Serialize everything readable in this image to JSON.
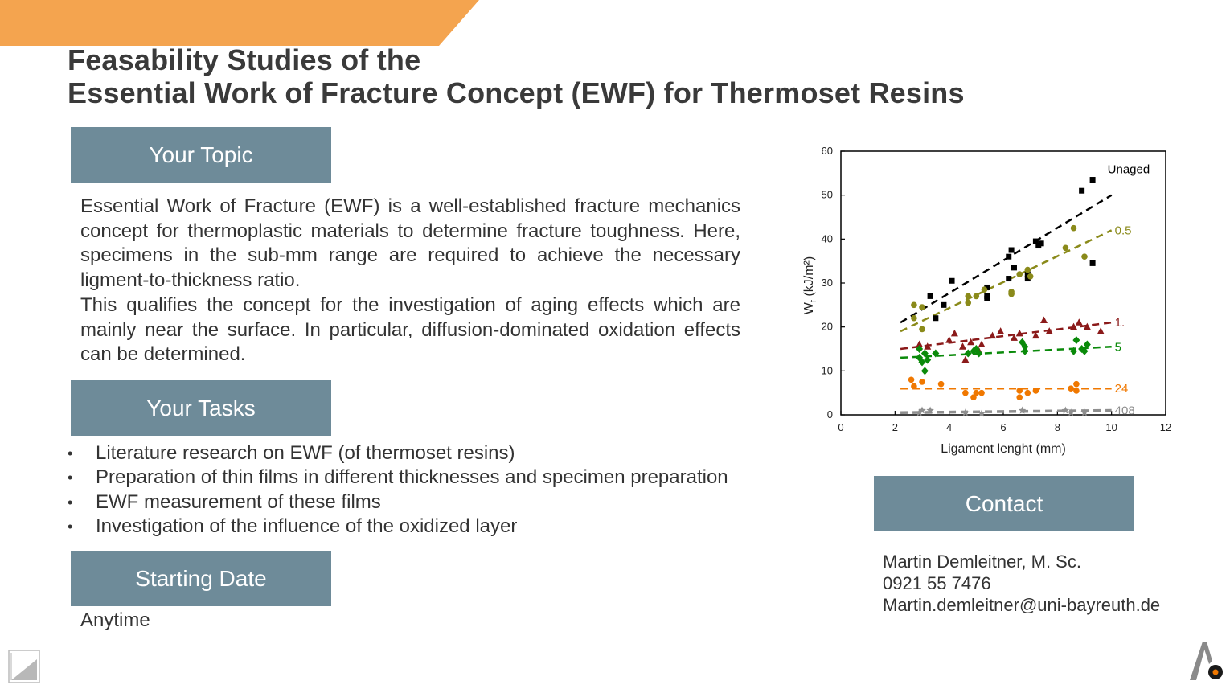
{
  "title": {
    "line1": "Feasability Studies of the",
    "line2": "Essential Work of Fracture Concept (EWF) for Thermoset Resins"
  },
  "colors": {
    "banner": "#f4a44f",
    "section_box": "#6e8b99",
    "text": "#333333"
  },
  "sections": {
    "topic": {
      "heading": "Your Topic",
      "paragraph1": "Essential Work of Fracture (EWF) is a well-established fracture mechanics concept for thermoplastic materials to determine fracture toughness. Here, specimens in the sub-mm range are required to achieve the necessary  ligment-to-thickness ratio.",
      "paragraph2": "This qualifies the concept for the investigation of  aging effects which are mainly near the surface. In particular, diffusion-dominated oxidation effects can be determined."
    },
    "tasks": {
      "heading": "Your Tasks",
      "bullet": "•",
      "items": [
        "Literature research on EWF (of thermoset resins)",
        "Preparation of thin films in different thicknesses and specimen preparation",
        "EWF measurement of these films",
        "Investigation of the influence of the oxidized layer"
      ]
    },
    "starting_date": {
      "heading": "Starting Date",
      "value": "Anytime"
    },
    "contact": {
      "heading": "Contact",
      "name": "Martin Demleitner, M. Sc.",
      "phone": "0921 55 7476",
      "email": "Martin.demleitner@uni-bayreuth.de"
    }
  },
  "chart_data": {
    "type": "scatter",
    "title": "",
    "xlabel": "Ligament lenght (mm)",
    "ylabel": "Wf (kJ/m²)",
    "ylabel_main": "W",
    "ylabel_sub": "f",
    "ylabel_unit": " (kJ/m²)",
    "xlim": [
      0,
      12
    ],
    "ylim": [
      0,
      60
    ],
    "xticks": [
      0,
      2,
      4,
      6,
      8,
      10,
      12
    ],
    "yticks": [
      0,
      10,
      20,
      30,
      40,
      50,
      60
    ],
    "grid": false,
    "series": [
      {
        "name": "Unaged",
        "color": "#000000",
        "marker": "square",
        "points": [
          [
            3.3,
            27
          ],
          [
            3.5,
            22
          ],
          [
            3.8,
            25
          ],
          [
            4.1,
            30.5
          ],
          [
            5.4,
            29
          ],
          [
            5.4,
            27
          ],
          [
            5.4,
            26.5
          ],
          [
            6.2,
            36
          ],
          [
            6.3,
            37.5
          ],
          [
            6.2,
            31
          ],
          [
            6.4,
            33.5
          ],
          [
            6.9,
            32
          ],
          [
            6.9,
            31
          ],
          [
            7.2,
            39.5
          ],
          [
            7.3,
            38.5
          ],
          [
            7.4,
            39
          ],
          [
            8.9,
            51
          ],
          [
            9.3,
            53.5
          ],
          [
            9.3,
            34.5
          ]
        ],
        "fit": [
          [
            2.2,
            21
          ],
          [
            10,
            50
          ]
        ]
      },
      {
        "name": "0.5",
        "color": "#8a8a1a",
        "marker": "circle",
        "points": [
          [
            2.7,
            25
          ],
          [
            2.7,
            22
          ],
          [
            3.0,
            19.5
          ],
          [
            3.0,
            24.5
          ],
          [
            4.7,
            27
          ],
          [
            4.7,
            25.5
          ],
          [
            5.0,
            27
          ],
          [
            5.3,
            28.5
          ],
          [
            6.3,
            28
          ],
          [
            6.3,
            27.5
          ],
          [
            6.6,
            32
          ],
          [
            6.9,
            33
          ],
          [
            7.0,
            31.5
          ],
          [
            8.3,
            38
          ],
          [
            8.6,
            42.5
          ],
          [
            9.0,
            36
          ]
        ],
        "fit": [
          [
            2.2,
            19
          ],
          [
            10,
            42
          ]
        ]
      },
      {
        "name": "1.",
        "color": "#8b1a1a",
        "marker": "triangle",
        "points": [
          [
            2.9,
            16
          ],
          [
            3.2,
            15.5
          ],
          [
            4.0,
            17
          ],
          [
            4.2,
            18.5
          ],
          [
            4.5,
            15.5
          ],
          [
            4.6,
            12.5
          ],
          [
            4.8,
            16.5
          ],
          [
            5.1,
            14.5
          ],
          [
            5.2,
            16
          ],
          [
            5.6,
            18
          ],
          [
            5.9,
            19
          ],
          [
            6.4,
            17.5
          ],
          [
            6.6,
            18.5
          ],
          [
            7.2,
            18
          ],
          [
            7.5,
            21.5
          ],
          [
            7.7,
            19
          ],
          [
            8.6,
            20
          ],
          [
            8.8,
            21
          ],
          [
            9.1,
            20
          ],
          [
            9.6,
            19
          ]
        ],
        "fit": [
          [
            2.2,
            15
          ],
          [
            10,
            21
          ]
        ]
      },
      {
        "name": "5",
        "color": "#0a8a0a",
        "marker": "diamond",
        "points": [
          [
            2.9,
            15
          ],
          [
            2.9,
            13
          ],
          [
            3.0,
            12
          ],
          [
            3.1,
            14
          ],
          [
            3.2,
            12.5
          ],
          [
            3.1,
            10
          ],
          [
            3.5,
            14
          ],
          [
            4.7,
            14
          ],
          [
            4.9,
            14.5
          ],
          [
            5.0,
            15
          ],
          [
            5.1,
            14
          ],
          [
            6.7,
            16.5
          ],
          [
            6.8,
            15.5
          ],
          [
            6.8,
            14.5
          ],
          [
            8.6,
            14.5
          ],
          [
            8.7,
            17
          ],
          [
            8.9,
            15
          ],
          [
            9.0,
            14.5
          ],
          [
            9.1,
            16
          ]
        ],
        "fit": [
          [
            2.2,
            13
          ],
          [
            10,
            15.5
          ]
        ]
      },
      {
        "name": "24",
        "color": "#f07800",
        "marker": "circle",
        "points": [
          [
            2.6,
            8
          ],
          [
            2.7,
            6.5
          ],
          [
            3.0,
            7.5
          ],
          [
            3.7,
            7
          ],
          [
            4.6,
            5
          ],
          [
            4.9,
            4
          ],
          [
            5.0,
            5
          ],
          [
            5.2,
            5
          ],
          [
            6.6,
            5.5
          ],
          [
            6.6,
            4
          ],
          [
            6.9,
            5
          ],
          [
            7.2,
            5.5
          ],
          [
            8.5,
            6
          ],
          [
            8.7,
            7
          ],
          [
            8.7,
            5.5
          ]
        ],
        "fit": [
          [
            2.2,
            6
          ],
          [
            10,
            6
          ]
        ]
      },
      {
        "name": "408",
        "color": "#8e8e8e",
        "marker": "star",
        "points": [
          [
            2.9,
            0.5
          ],
          [
            3.0,
            1
          ],
          [
            3.3,
            1
          ],
          [
            4.6,
            0.5
          ],
          [
            5.2,
            0.3
          ],
          [
            6.7,
            1
          ],
          [
            8.3,
            1
          ],
          [
            8.5,
            0.5
          ],
          [
            9.0,
            0.5
          ]
        ],
        "fit": [
          [
            2.2,
            0.5
          ],
          [
            10,
            1
          ]
        ]
      }
    ]
  }
}
